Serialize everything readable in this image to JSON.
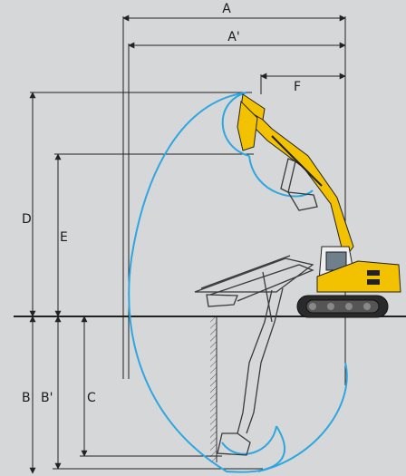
{
  "labels": {
    "A": "A",
    "A_prime": "A'",
    "F": "F",
    "D": "D",
    "E": "E",
    "B": "B",
    "B_prime": "B'",
    "C": "C"
  },
  "colors": {
    "background": "#d6d7d9",
    "envelope": "#2ea6e0",
    "excavator_yellow": "#f2c200",
    "line": "#222222",
    "ghost": "#3a3a3a"
  }
}
